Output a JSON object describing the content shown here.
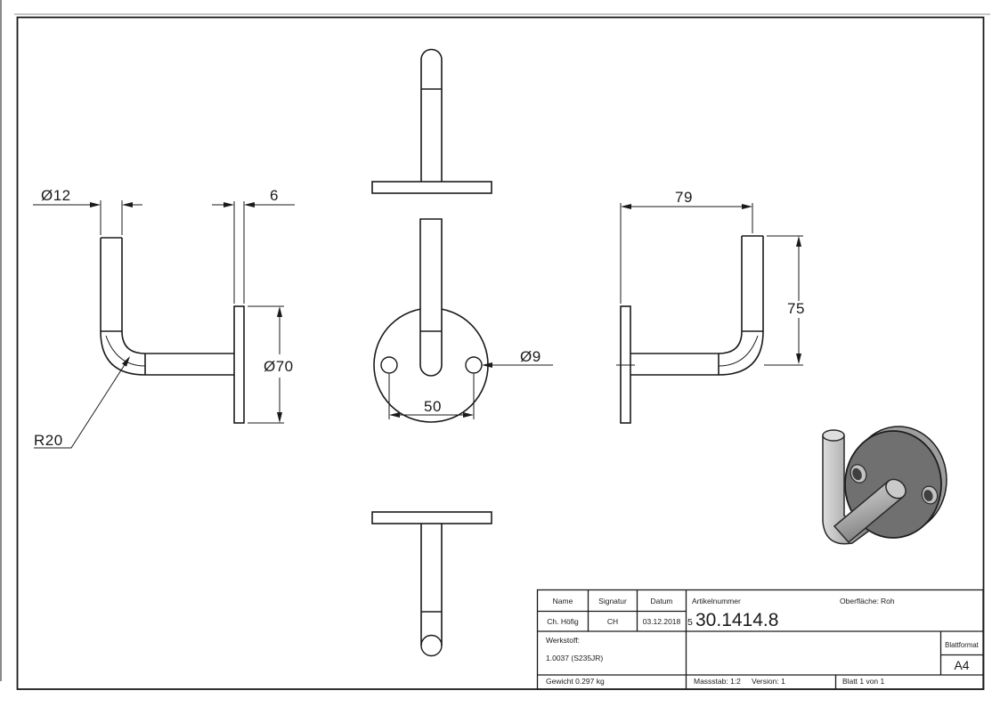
{
  "window": {
    "background": "#ffffff",
    "line_color": "#1a1a1a"
  },
  "views": {
    "side_left": {
      "dim_tube_diameter": "Ø12",
      "dim_plate_thickness": "6",
      "dim_plate_diameter": "Ø70",
      "dim_bend_radius": "R20"
    },
    "front": {
      "dim_hole_diameter": "Ø9",
      "dim_hole_spacing": "50"
    },
    "side_right": {
      "dim_reach": "79",
      "dim_height": "75"
    }
  },
  "render_3d": {
    "plate_color": "#707070",
    "plate_rim_color": "#9e9e9e",
    "tube_highlight": "#d8d8d8",
    "tube_shadow": "#8a8a8a"
  },
  "title_block": {
    "name_label": "Name",
    "signature_label": "Signatur",
    "date_label": "Datum",
    "name_value": "Ch. Höfig",
    "signature_value": "CH",
    "date_value": "03.12.2018",
    "article_label": "Artikelnummer",
    "article_prefix": "5",
    "article_number": "30.1414.8",
    "surface_label": "Oberfläche:",
    "surface_value": "Roh",
    "material_label": "Werkstoff:",
    "material_value": "1.0037 (S235JR)",
    "weight_value": "Gewicht 0.297 kg",
    "scale_value": "Massstab: 1:2",
    "version_value": "Version: 1",
    "sheet_value": "Blatt 1 von 1",
    "format_label": "Blattformat",
    "format_value": "A4"
  }
}
